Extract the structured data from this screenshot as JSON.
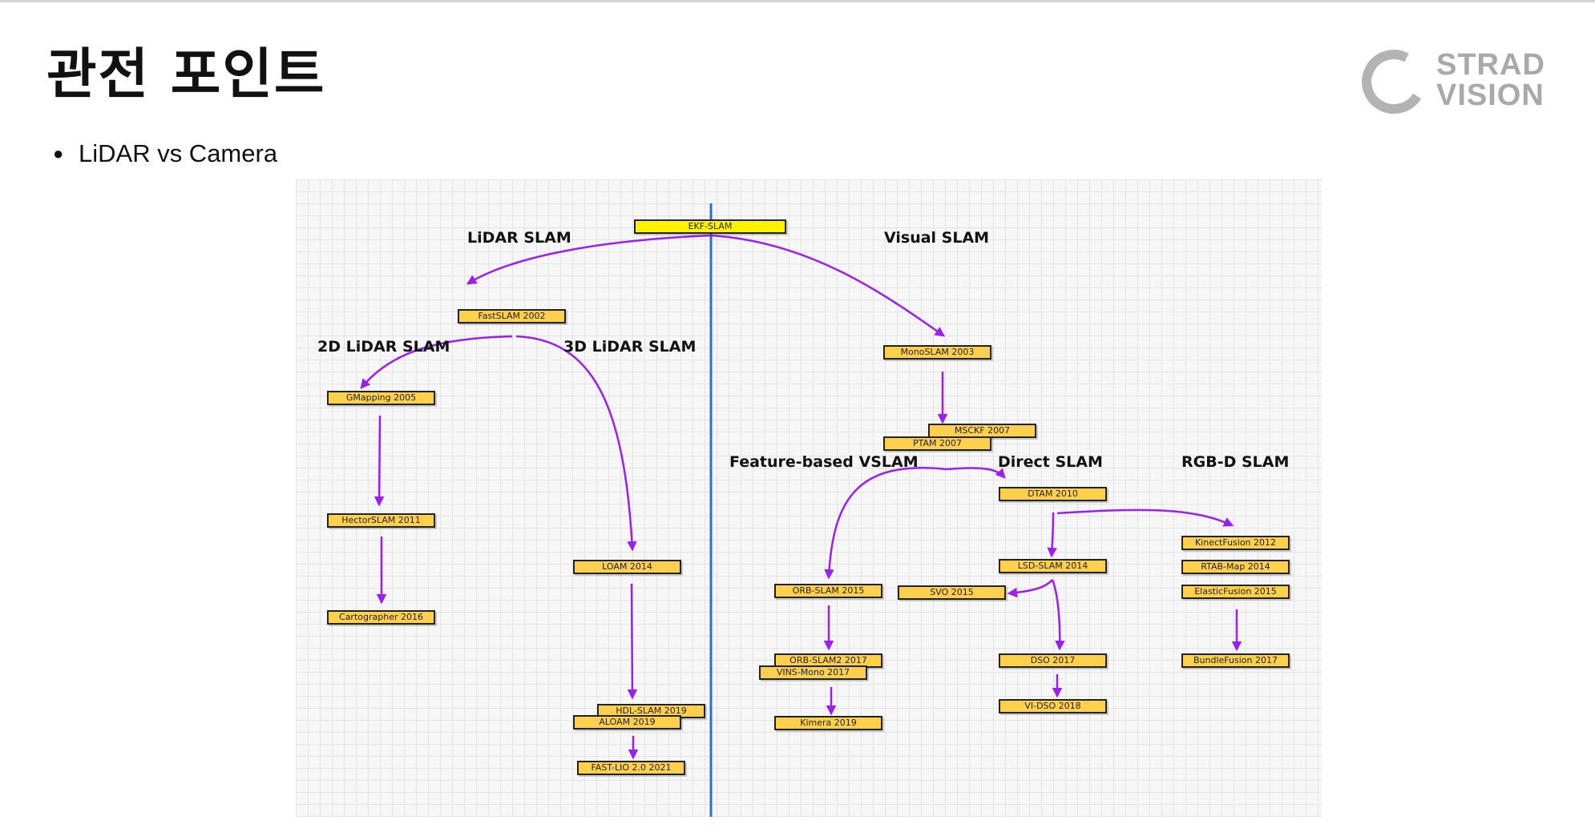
{
  "slide": {
    "title": "관전 포인트",
    "bullet": "LiDAR vs Camera",
    "logo": {
      "line1": "STRAD",
      "line2": "VISION"
    }
  },
  "diagram": {
    "colors": {
      "arrow": "#9b1ff0",
      "divider": "#2a6fd6",
      "node": "#ffd04c",
      "root": "#fff200"
    },
    "headings": {
      "lidar_slam": "LiDAR SLAM",
      "visual_slam": "Visual SLAM",
      "lidar_2d": "2D LiDAR SLAM",
      "lidar_3d": "3D LiDAR SLAM",
      "feature_vslam": "Feature-based VSLAM",
      "direct_slam": "Direct SLAM",
      "rgbd_slam": "RGB-D SLAM"
    },
    "nodes": {
      "ekf_slam": "EKF-SLAM",
      "fastslam": "FastSLAM 2002",
      "gmapping": "GMapping 2005",
      "hectorslam": "HectorSLAM 2011",
      "cartographer": "Cartographer 2016",
      "loam": "LOAM 2014",
      "hdl_slam": "HDL-SLAM 2019",
      "aloam": "ALOAM 2019",
      "fast_lio": "FAST-LIO 2.0 2021",
      "monoslam": "MonoSLAM 2003",
      "msckf": "MSCKF 2007",
      "ptam": "PTAM 2007",
      "dtam": "DTAM 2010",
      "orb_slam": "ORB-SLAM 2015",
      "orb_slam2": "ORB-SLAM2 2017",
      "vins_mono": "VINS-Mono 2017",
      "kimera": "Kimera 2019",
      "lsd_slam": "LSD-SLAM 2014",
      "svo": "SVO 2015",
      "dso": "DSO 2017",
      "vi_dso": "VI-DSO 2018",
      "kinectfusion": "KinectFusion 2012",
      "rtab_map": "RTAB-Map 2014",
      "elasticfusion": "ElasticFusion 2015",
      "bundlefusion": "BundleFusion 2017"
    }
  }
}
